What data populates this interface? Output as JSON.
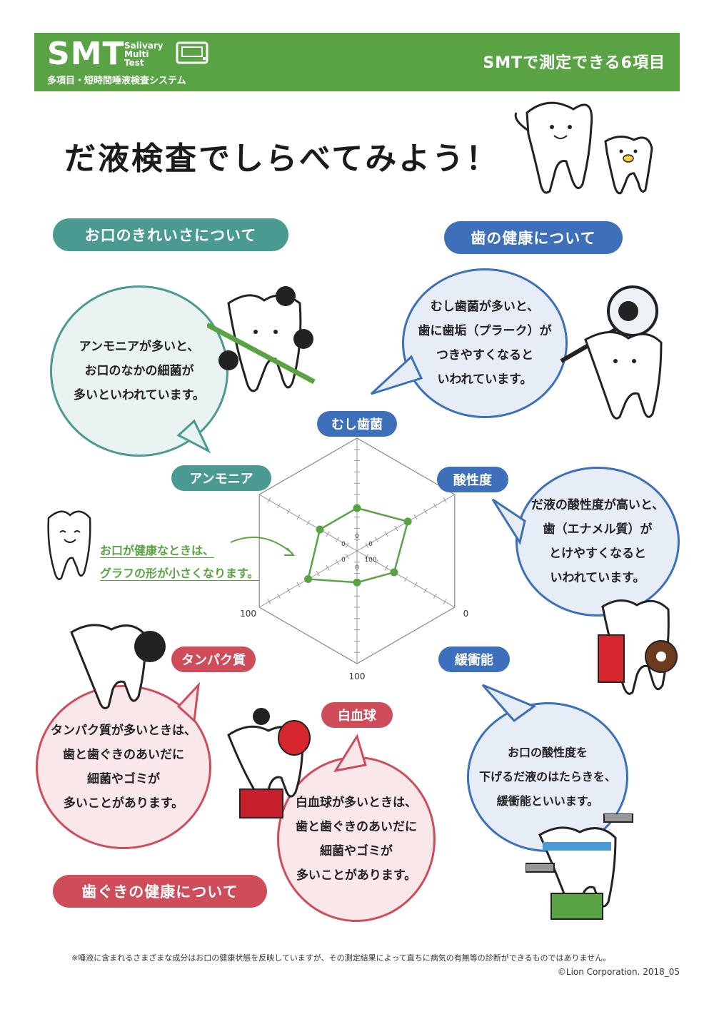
{
  "header": {
    "logo_main": "SMT",
    "logo_sub": [
      "Salivary",
      "Multi",
      "Test"
    ],
    "logo_jp": "多項目・短時間唾液検査システム",
    "right_text": "SMTで測定できる6項目"
  },
  "title": "だ液検査でしらべてみよう！",
  "categories": {
    "mouth_clean": "お口のきれいさについて",
    "tooth_health": "歯の健康について",
    "gum_health": "歯ぐきの健康について"
  },
  "bubbles": {
    "ammonia": "アンモニアが多いと、\nお口のなかの細菌が\n多いといわれています。",
    "mutans": "むし歯菌が多いと、\n歯に歯垢（プラーク）が\nつきやすくなると\nいわれています。",
    "acidity": "だ液の酸性度が高いと、\n歯（エナメル質）が\nとけやすくなると\nいわれています。",
    "buffer": "お口の酸性度を\n下げるだ液のはたらきを、\n緩衝能といいます。",
    "protein": "タンパク質が多いときは、\n歯と歯ぐきのあいだに\n細菌やゴミが\n多いことがあります。",
    "leukocyte": "白血球が多いときは、\n歯と歯ぐきのあいだに\n細菌やゴミが\n多いことがあります。"
  },
  "note": [
    "お口が健康なときは、",
    "グラフの形が小さくなります。"
  ],
  "chart_data": {
    "type": "radar",
    "axes": [
      "むし歯菌",
      "酸性度",
      "緩衝能",
      "白血球",
      "タンパク質",
      "アンモニア"
    ],
    "axis_min_labels": [
      "0",
      "0",
      "100",
      "0",
      "0",
      "0"
    ],
    "axis_max_labels": [
      "100",
      "100",
      "0",
      "100",
      "100",
      "100"
    ],
    "values": [
      38,
      52,
      38,
      28,
      50,
      38
    ],
    "series_color": "#5aa345",
    "label_colors": [
      "#3d6fba",
      "#3d6fba",
      "#3d6fba",
      "#cf4c5a",
      "#cf4c5a",
      "#4a9a91"
    ]
  },
  "footer_note": "※唾液に含まれるさまざまな成分はお口の健康状態を反映していますが、その測定結果によって直ちに病気の有無等の診断ができるものではありません。",
  "copyright": "©Lion Corporation. 2018_05",
  "colors": {
    "green": "#5aa345",
    "teal": "#4a9a91",
    "blue": "#3d6fba",
    "red": "#cf4c5a"
  }
}
